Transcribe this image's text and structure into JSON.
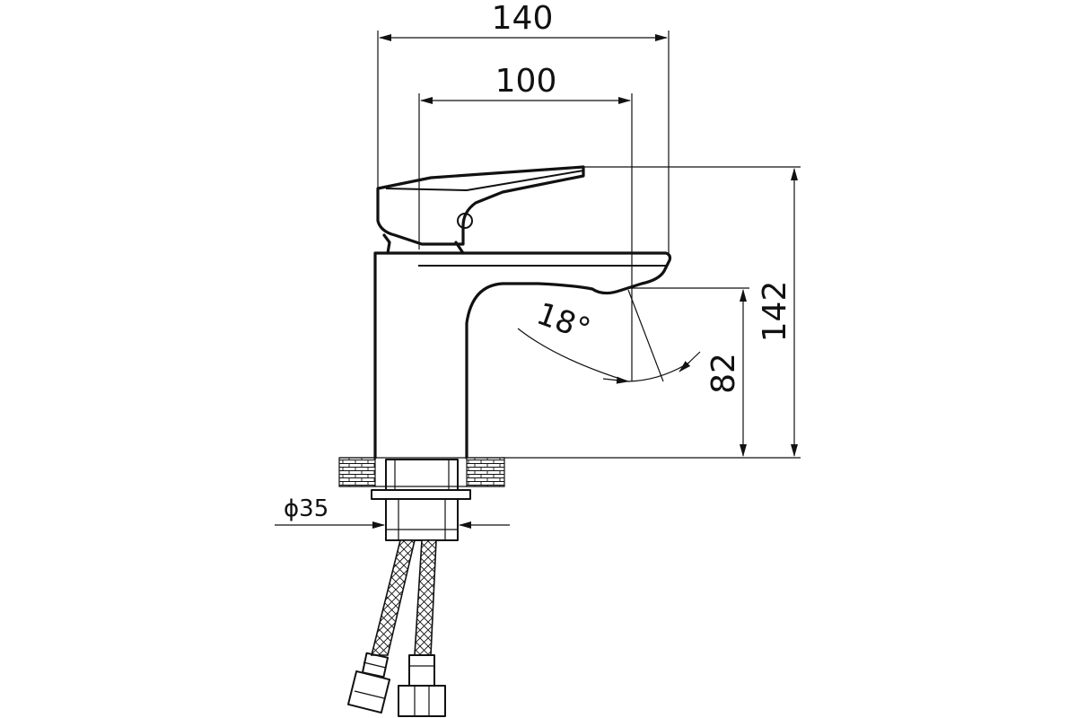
{
  "dimensions": {
    "overall_length": "140",
    "spout_reach": "100",
    "overall_height": "142",
    "spout_height": "82",
    "spout_angle": "18°",
    "connector_diameter": "ϕ35"
  },
  "colors": {
    "ink": "#111111",
    "background": "#ffffff"
  }
}
